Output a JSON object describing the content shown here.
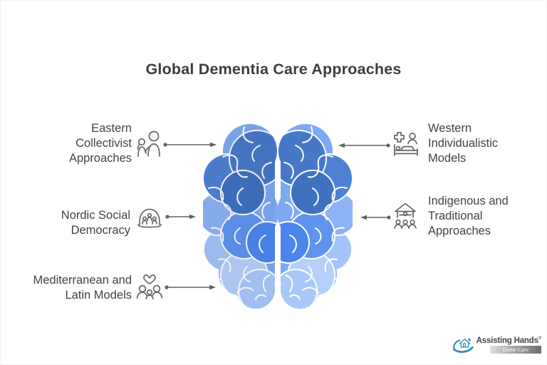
{
  "title": "Global Dementia Care Approaches",
  "left_approaches": [
    {
      "label": "Eastern Collectivist Approaches",
      "icon": "family-group-icon"
    },
    {
      "label": "Nordic Social Democracy",
      "icon": "people-under-dome-icon"
    },
    {
      "label": "Mediterranean and Latin Models",
      "icon": "family-heart-icon"
    }
  ],
  "right_approaches": [
    {
      "label": "Western Individualistic Models",
      "icon": "patient-bed-icon"
    },
    {
      "label": "Indigenous and Traditional Approaches",
      "icon": "community-house-icon"
    }
  ],
  "brain_palette": {
    "dark_top": "#4678c8",
    "darker_patch": "#3f71bf",
    "upper_outer": "#4e81d4",
    "mid_medium": "#4b85ee",
    "mid_light": "#5e93f0",
    "base": "#7da9f3",
    "lower_light": "#a3c4f9",
    "bottom_light": "#b5d0fb",
    "fold_lines": "#ffffff"
  },
  "arrow_color": "#5f6368",
  "logo": {
    "brand": "Assisting Hands",
    "registered_mark": "®",
    "tagline": "Home Care",
    "brand_color": "#2f86c0"
  }
}
